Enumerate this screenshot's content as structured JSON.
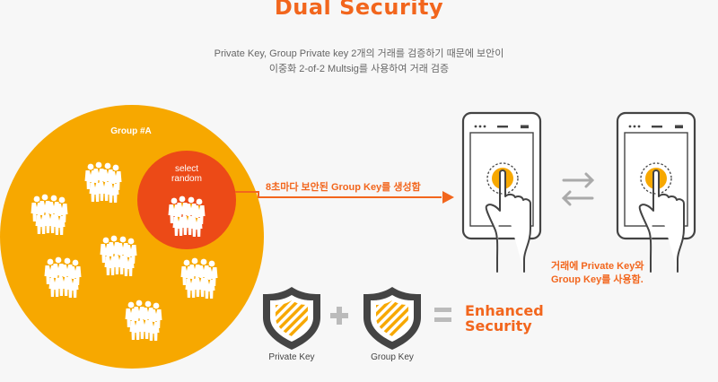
{
  "title": "Dual Security",
  "subtitle": {
    "line1": "Private Key, Group Private key 2개의 거래를 검증하기 때문에 보안이",
    "line2": "이중화 2-of-2 Multsig를 사용하여 거래 검증"
  },
  "group": {
    "label": "Group #A",
    "select_line1": "select",
    "select_line2": "random"
  },
  "arrow_label": "8초마다 보안된 Group Key를 생성함",
  "phones_note": {
    "line1": "거래에 Private Key와",
    "line2": "Group Key를 사용함."
  },
  "equation": {
    "shield1_label": "Private Key",
    "shield2_label": "Group Key",
    "plus": "+",
    "equals": "=",
    "result_line1": "Enhanced",
    "result_line2": "Security"
  },
  "colors": {
    "orange": "#f2661d",
    "yellow": "#f7a800",
    "red_circle": "#ec4a17",
    "dark": "#444444",
    "gray": "#b0b0b0"
  },
  "icons": [
    "people-group-icon",
    "phone-icon",
    "hand-pointer-icon",
    "swap-arrows-icon",
    "shield-icon"
  ]
}
